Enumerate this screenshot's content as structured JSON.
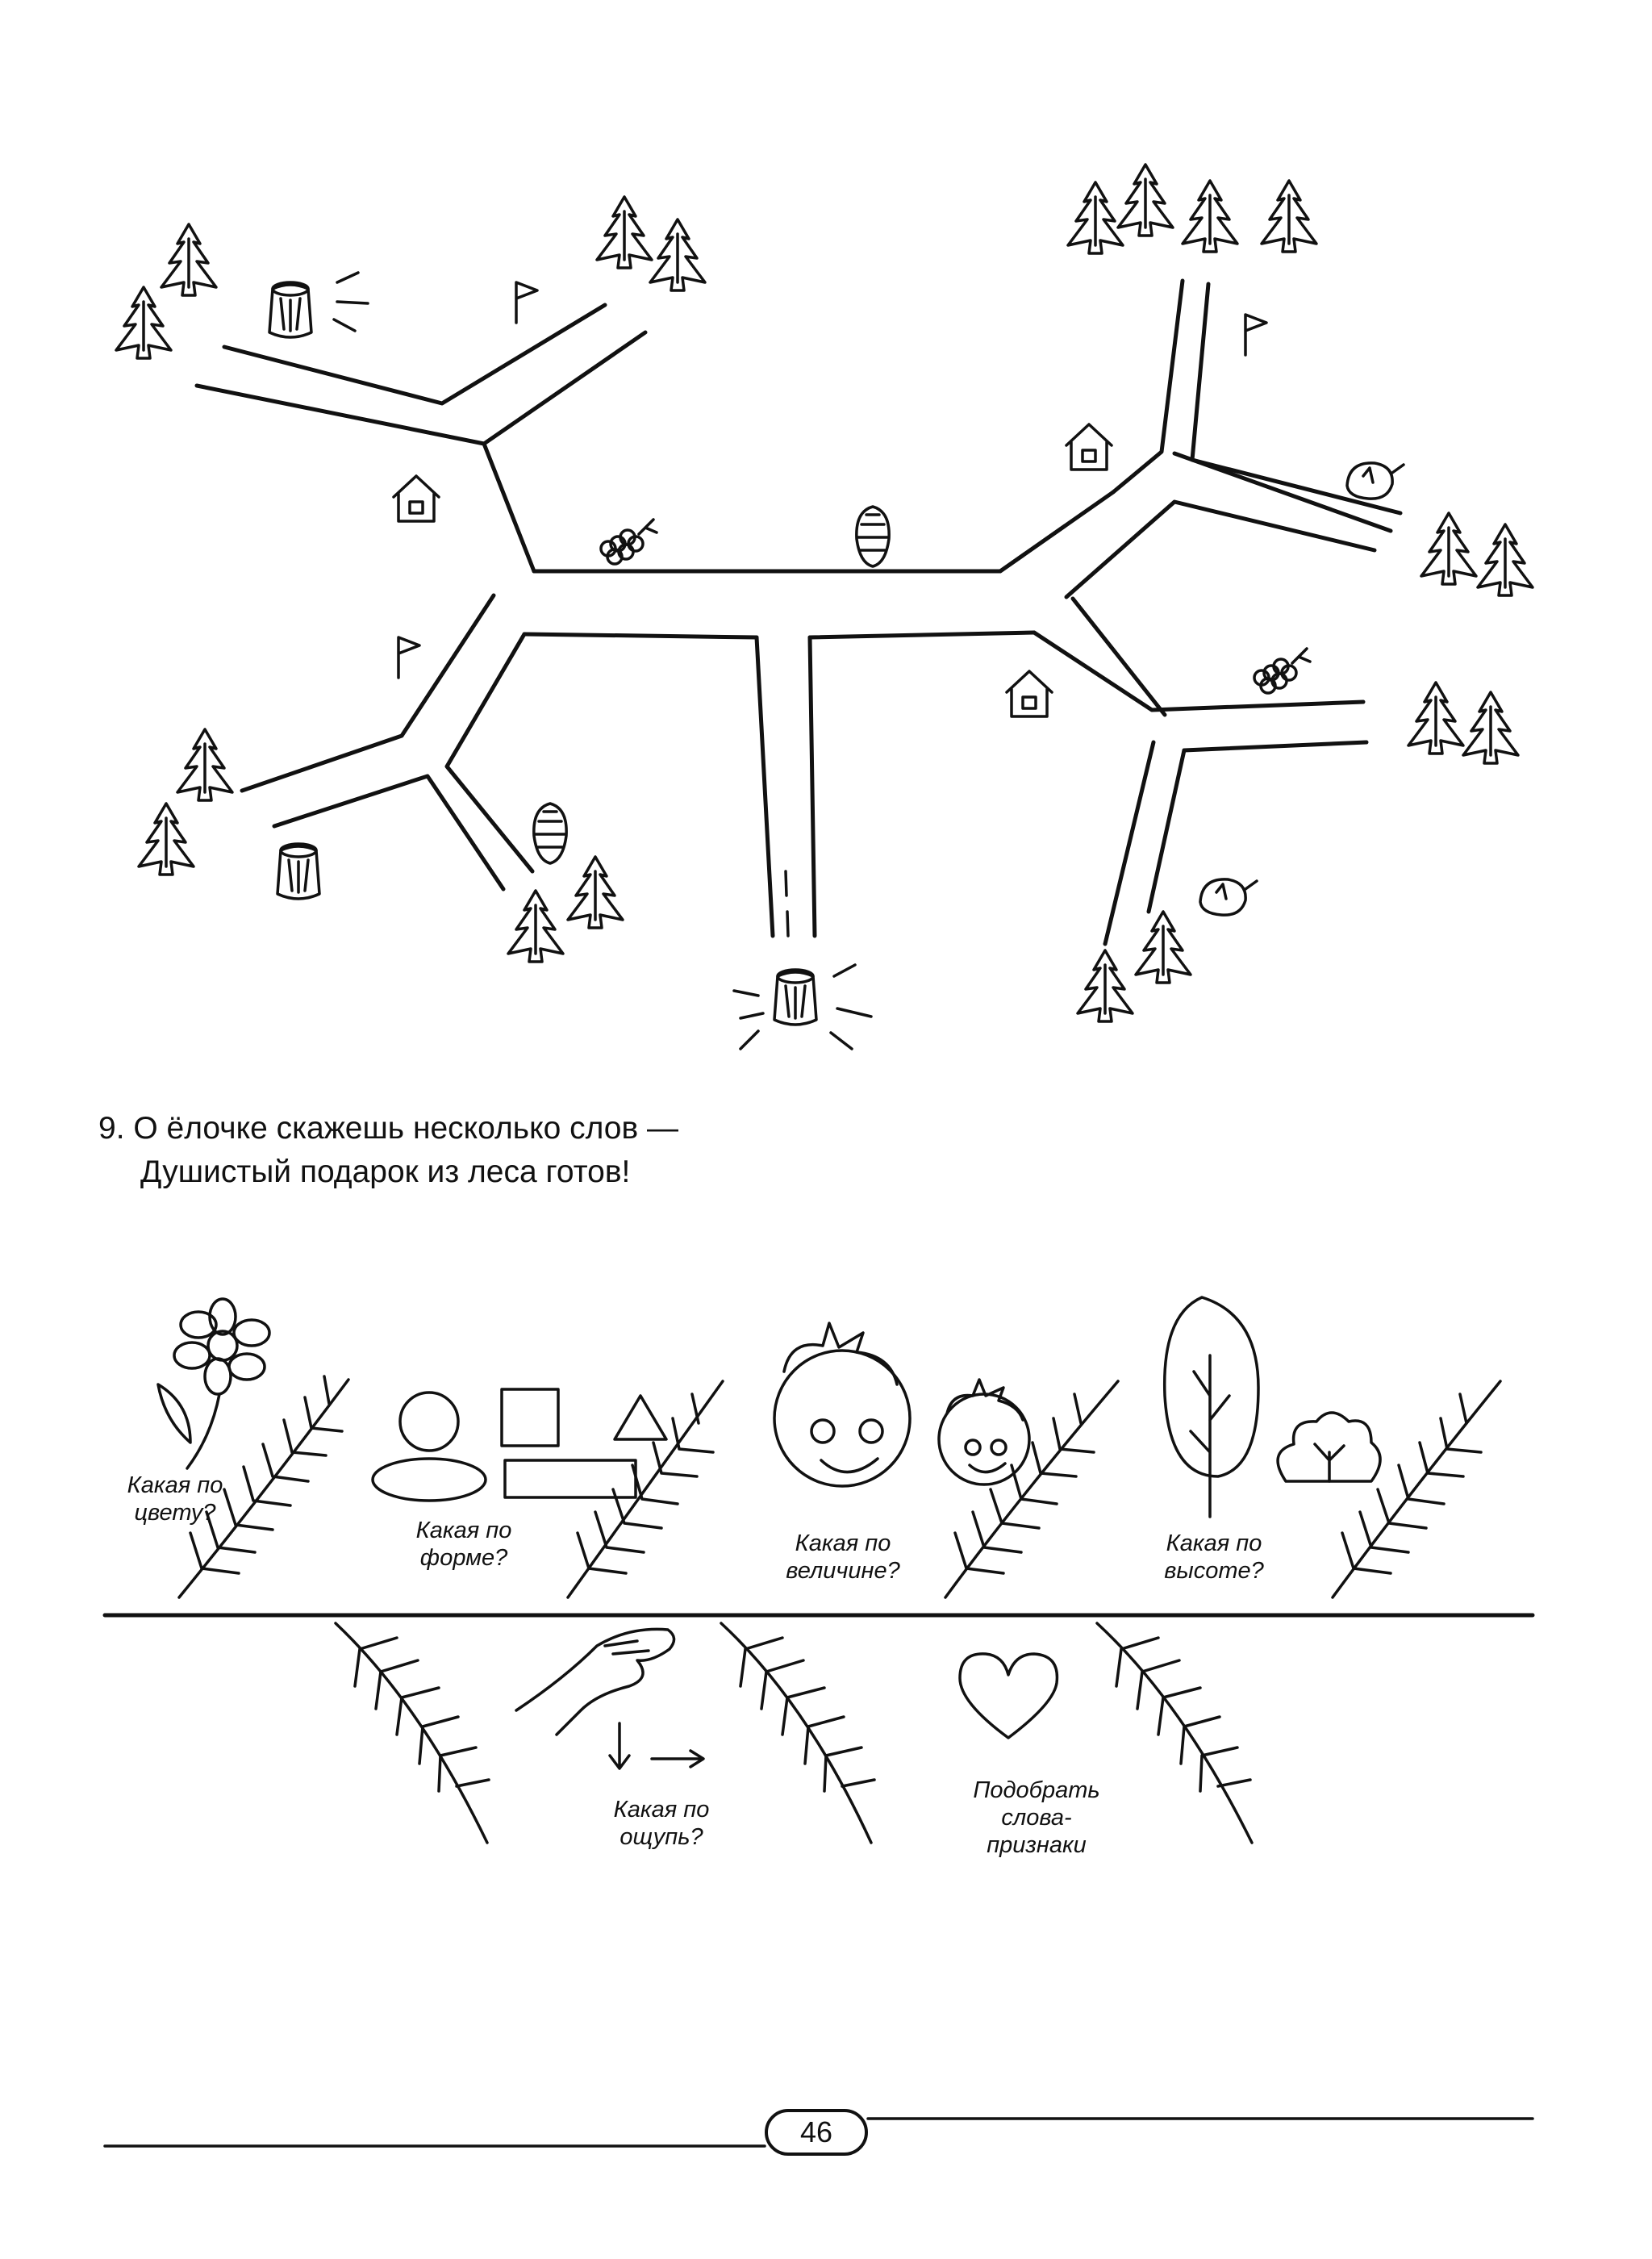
{
  "task": {
    "number": "9.",
    "poem_line1": "О ёлочке скажешь несколько слов —",
    "poem_line2": "Душистый подарок из леса готов!"
  },
  "questions": {
    "color": "Какая по цвету?",
    "shape": "Какая по форме?",
    "size": "Какая по величине?",
    "height": "Какая по высоте?",
    "touch": "Какая по ощупь?",
    "words": "Подобрать слова-признаки"
  },
  "page_number": "46",
  "icons": {
    "map": [
      "fir-tree-icon",
      "stump-icon",
      "flag-icon",
      "house-icon",
      "berry-icon",
      "cone-icon",
      "nut-icon"
    ],
    "question_row": [
      "flower-icon",
      "circle-icon",
      "square-icon",
      "triangle-icon",
      "oval-icon",
      "rectangle-icon",
      "boy-face-icon",
      "tree-icon",
      "bush-icon",
      "hand-icon",
      "heart-icon",
      "fir-branch-icon"
    ]
  }
}
